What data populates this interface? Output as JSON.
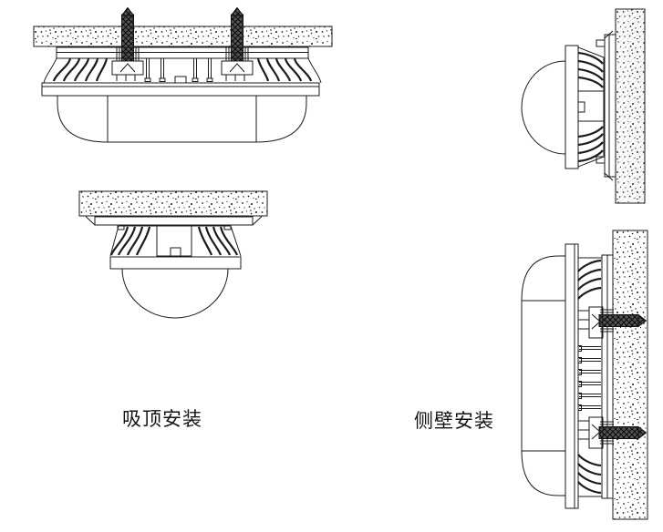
{
  "page": {
    "background": "#ffffff",
    "line_color": "#1b1b1b",
    "anchor_bolt_fill": "#4f4f4f",
    "texture": "stippled-concrete"
  },
  "labels": {
    "ceiling_mount": "吸顶安装",
    "wall_mount": "侧壁安装"
  }
}
